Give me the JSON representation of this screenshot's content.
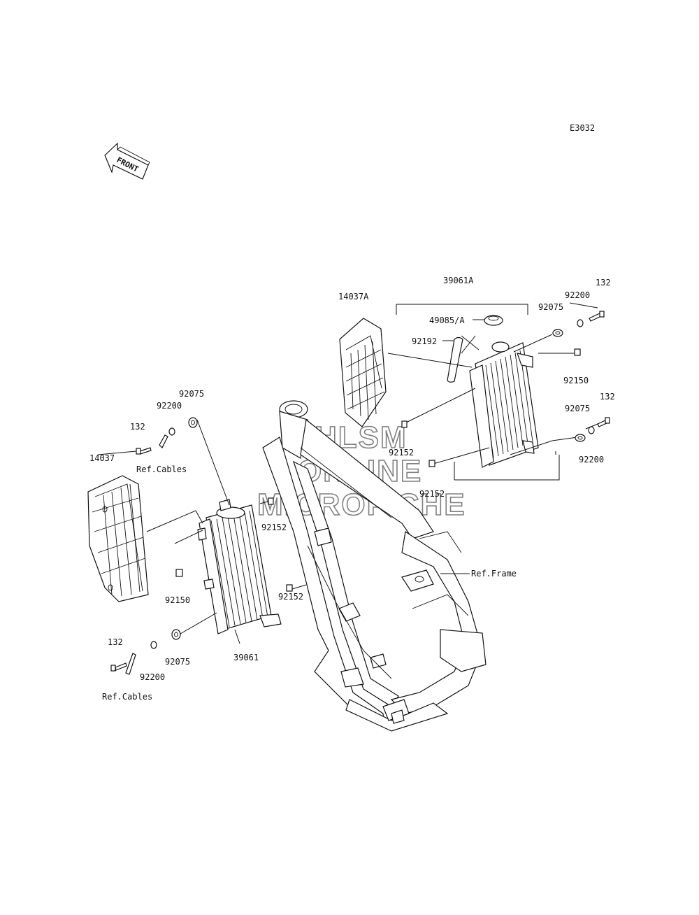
{
  "diagram_code": "E3032",
  "front_arrow": "FRONT",
  "watermark": {
    "line1": "HLSM",
    "line2": "ONLINE",
    "line3": "MICROFICHE"
  },
  "labels": {
    "p39061A": "39061A",
    "p14037A": "14037A",
    "p49085A": "49085/A",
    "p92192": "92192",
    "p92075_tr": "92075",
    "p92200_tr": "92200",
    "p132_tr": "132",
    "p92150_r": "92150",
    "p92075_r": "92075",
    "p132_r": "132",
    "p92200_r": "92200",
    "p92152_a": "92152",
    "p92152_b": "92152",
    "p92075_l": "92075",
    "p92200_l": "92200",
    "p132_l": "132",
    "ref_cables_top": "Ref.Cables",
    "p14037": "14037",
    "p92152_c": "92152",
    "p92150_l": "92150",
    "p92152_d": "92152",
    "ref_frame": "Ref.Frame",
    "p39061": "39061",
    "p132_bl": "132",
    "p92200_bl": "92200",
    "p92075_bl": "92075",
    "ref_cables_bottom": "Ref.Cables"
  }
}
